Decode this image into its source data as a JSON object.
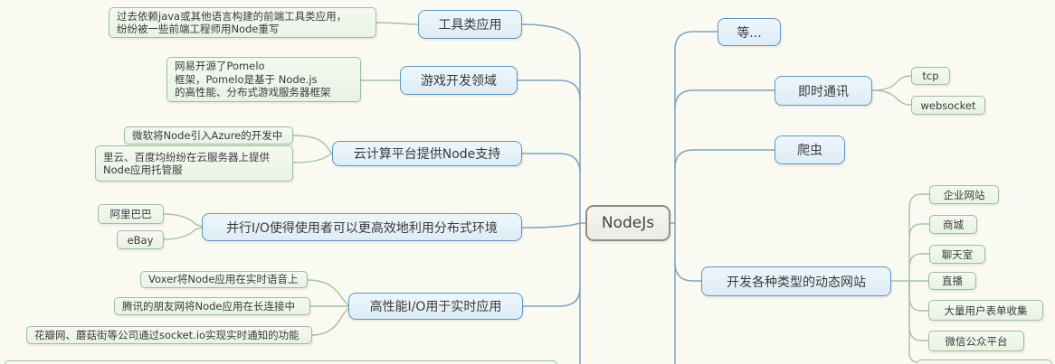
{
  "root_label": "NodeJs",
  "left": {
    "tools": {
      "label": "工具类应用",
      "note": "过去依赖java或其他语言构建的前端工具类应用，\n纷纷被一些前端工程师用Node重写"
    },
    "game": {
      "label": "游戏开发领域",
      "note": "网易开源了Pomelo\n框架，Pomelo是基于 Node.js\n的高性能、分布式游戏服务器框架"
    },
    "cloud": {
      "label": "云计算平台提供Node支持",
      "notes": [
        "微软将Node引入Azure的开发中",
        "里云、百度均纷纷在云服务器上提供\nNode应用托管服"
      ]
    },
    "parallel": {
      "label": "并行I/O使得使用者可以更高效地利用分布式环境",
      "examples": [
        "阿里巴巴",
        "eBay"
      ]
    },
    "realtime": {
      "label": "高性能I/O用于实时应用",
      "notes": [
        "Voxer将Node应用在实时语音上",
        "腾讯的朋友网将Node应用在长连接中",
        "花瓣网、蘑菇街等公司通过socket.io实现实时通知的功能"
      ]
    }
  },
  "right": {
    "etc": {
      "label": "等..."
    },
    "im": {
      "label": "即时通讯",
      "children": [
        "tcp",
        "websocket"
      ]
    },
    "crawler": {
      "label": "爬虫"
    },
    "website": {
      "label": "开发各种类型的动态网站",
      "children": [
        "企业网站",
        "商城",
        "聊天室",
        "直播",
        "大量用户表单收集",
        "微信公众平台"
      ]
    }
  },
  "colors": {
    "background": "#fbfaf2",
    "branch_line_blue": "#7aa5c6",
    "branch_line_green": "#a5c2a2",
    "topic_border": "#5e96c2",
    "topic_fill": "#e4f0f8",
    "leaf_border": "#9cbf98",
    "leaf_fill": "#eef5ea",
    "root_border": "#8e8e85",
    "root_fill": "#f1f1eb"
  }
}
